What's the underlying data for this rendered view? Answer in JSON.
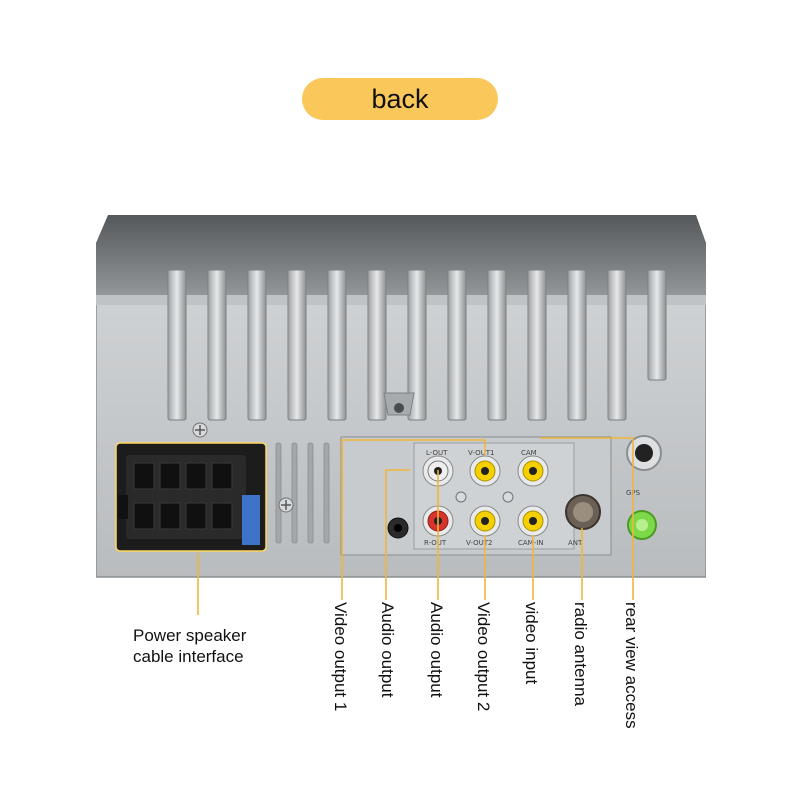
{
  "title": "back",
  "colors": {
    "accent_pill": "#f9c75a",
    "leader_line": "#f0b63a",
    "chassis": "#c9ccce",
    "top_cover": "#8a8d90",
    "rca_red": "#d6342c",
    "rca_yellow": "#f4d000",
    "gps_green": "#7ed94a"
  },
  "port_labels": {
    "l_out": "L-OUT",
    "v_out1": "V-OUT1",
    "cam": "CAM",
    "r_out": "R-OUT",
    "v_out2": "V-OUT2",
    "cam_in": "CAM-IN",
    "ant": "ANT",
    "gps": "GPS"
  },
  "callouts": {
    "power_line1": "Power speaker",
    "power_line2": "cable interface",
    "video_output_1": "Video output 1",
    "audio_output_a": "Audio output",
    "audio_output_b": "Audio output",
    "video_output_2": "Video output 2",
    "video_input": "video input",
    "radio_antenna": "radio antenna",
    "rear_view_access": "rear view access"
  }
}
